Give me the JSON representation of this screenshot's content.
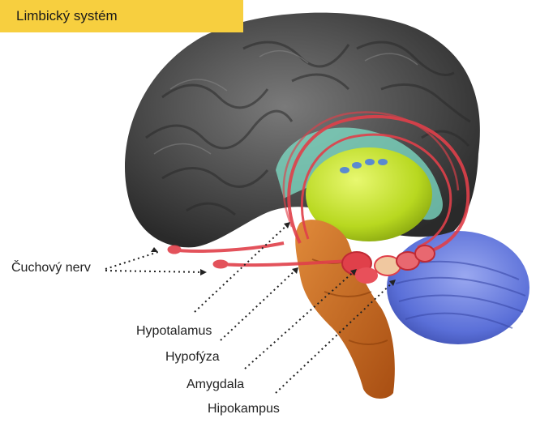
{
  "header": {
    "title": "Limbický systém"
  },
  "labels": {
    "olfactory_nerve": "Čuchový nerv",
    "hypothalamus": "Hypotalamus",
    "pituitary": "Hypofýza",
    "amygdala": "Amygdala",
    "hippocampus": "Hipokampus"
  },
  "colors": {
    "title_bg": "#f7cf3f",
    "cortex": "#4a4a4a",
    "brainstem": "#c8641e",
    "cerebellum": "#5a6fd8",
    "thalamus": "#b8d820",
    "ventricle": "#7fe0c8",
    "limbic_tract": "#e0404a"
  }
}
